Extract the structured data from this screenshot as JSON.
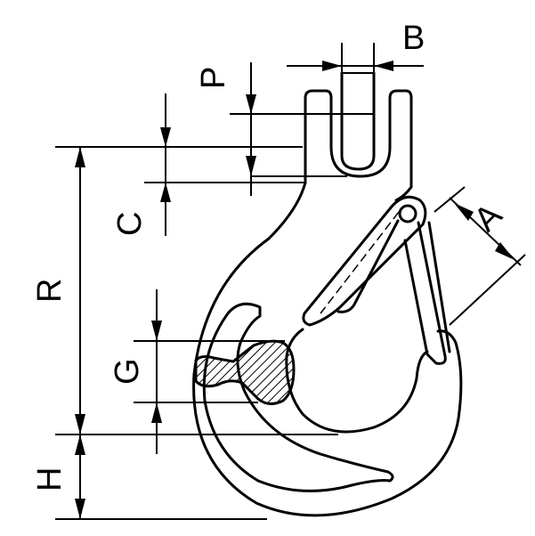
{
  "dimensions": {
    "A": "A",
    "B": "B",
    "C": "C",
    "P": "P",
    "R": "R",
    "G": "G",
    "H": "H"
  },
  "colors": {
    "line": "#000000",
    "background": "#ffffff"
  }
}
